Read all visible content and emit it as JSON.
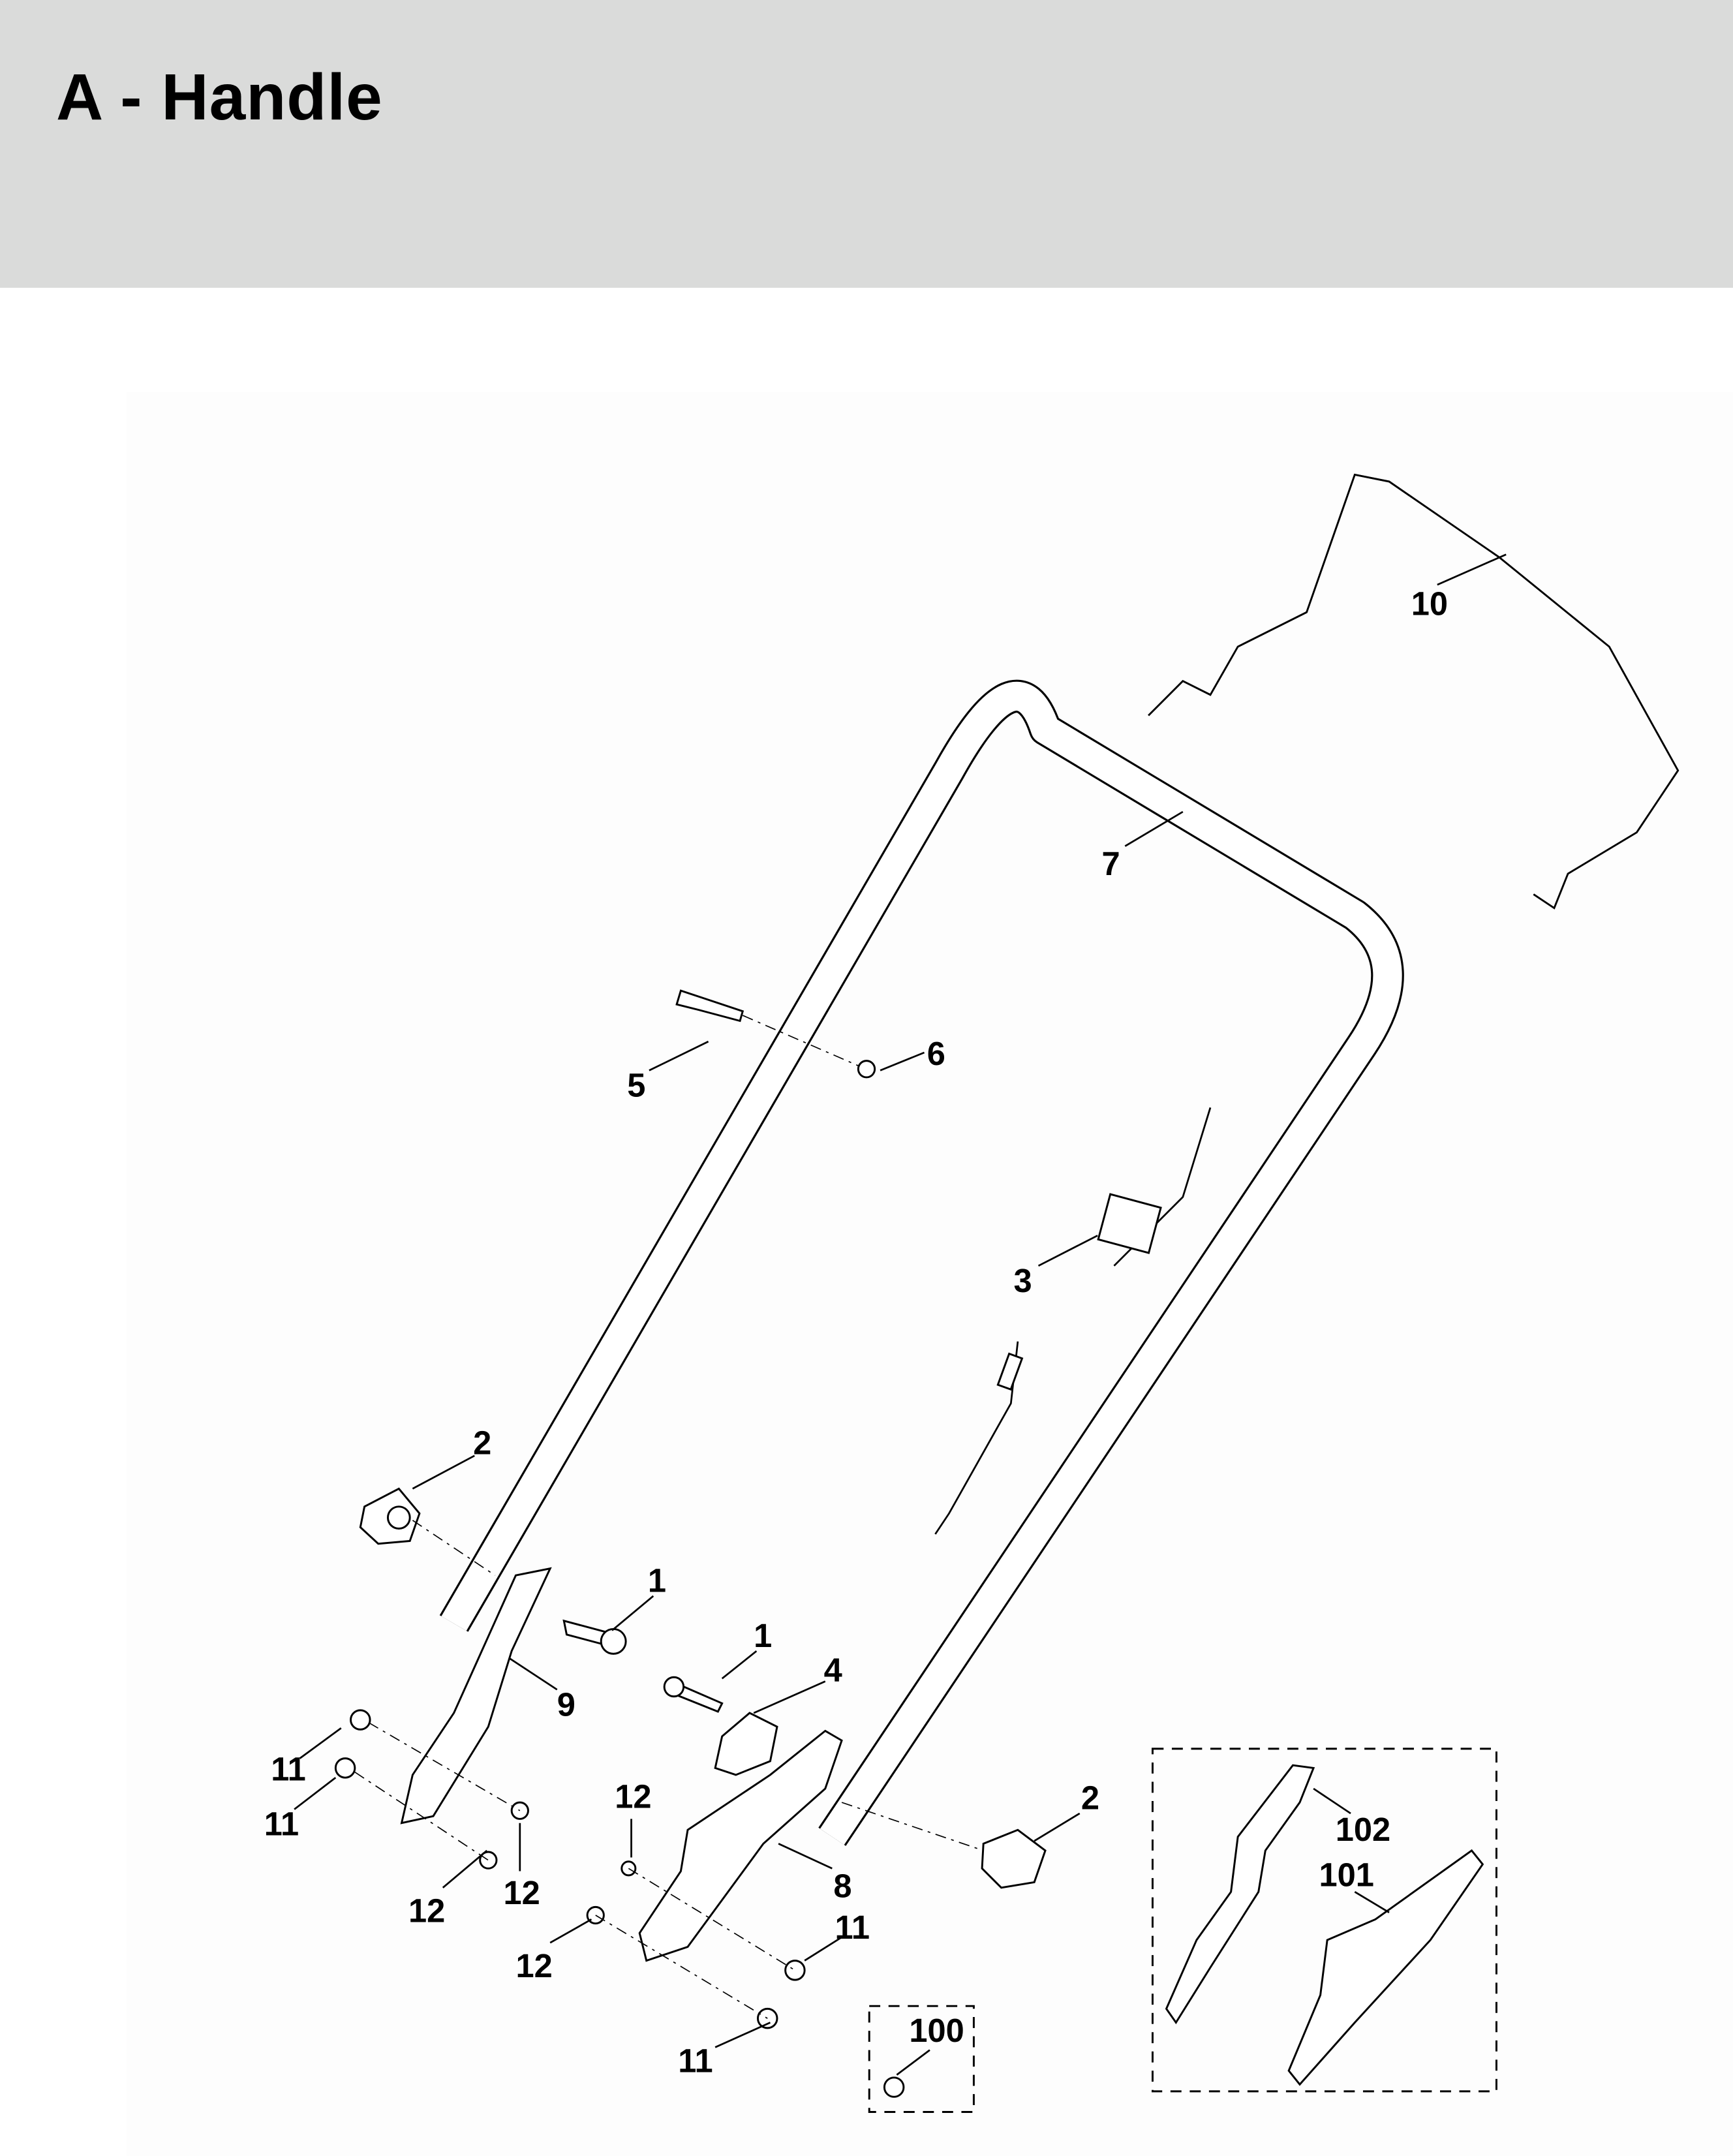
{
  "header": {
    "title": "A - Handle"
  },
  "callouts": {
    "c10": "10",
    "c7": "7",
    "c5": "5",
    "c6": "6",
    "c3": "3",
    "c2a": "2",
    "c1a": "1",
    "c1b": "1",
    "c4": "4",
    "c9": "9",
    "c11a": "11",
    "c11b": "11",
    "c12a": "12",
    "c12b": "12",
    "c12c": "12",
    "c8": "8",
    "c2b": "2",
    "c11c": "11",
    "c12d": "12",
    "c11d": "11",
    "c100": "100",
    "c102": "102",
    "c101": "101"
  }
}
